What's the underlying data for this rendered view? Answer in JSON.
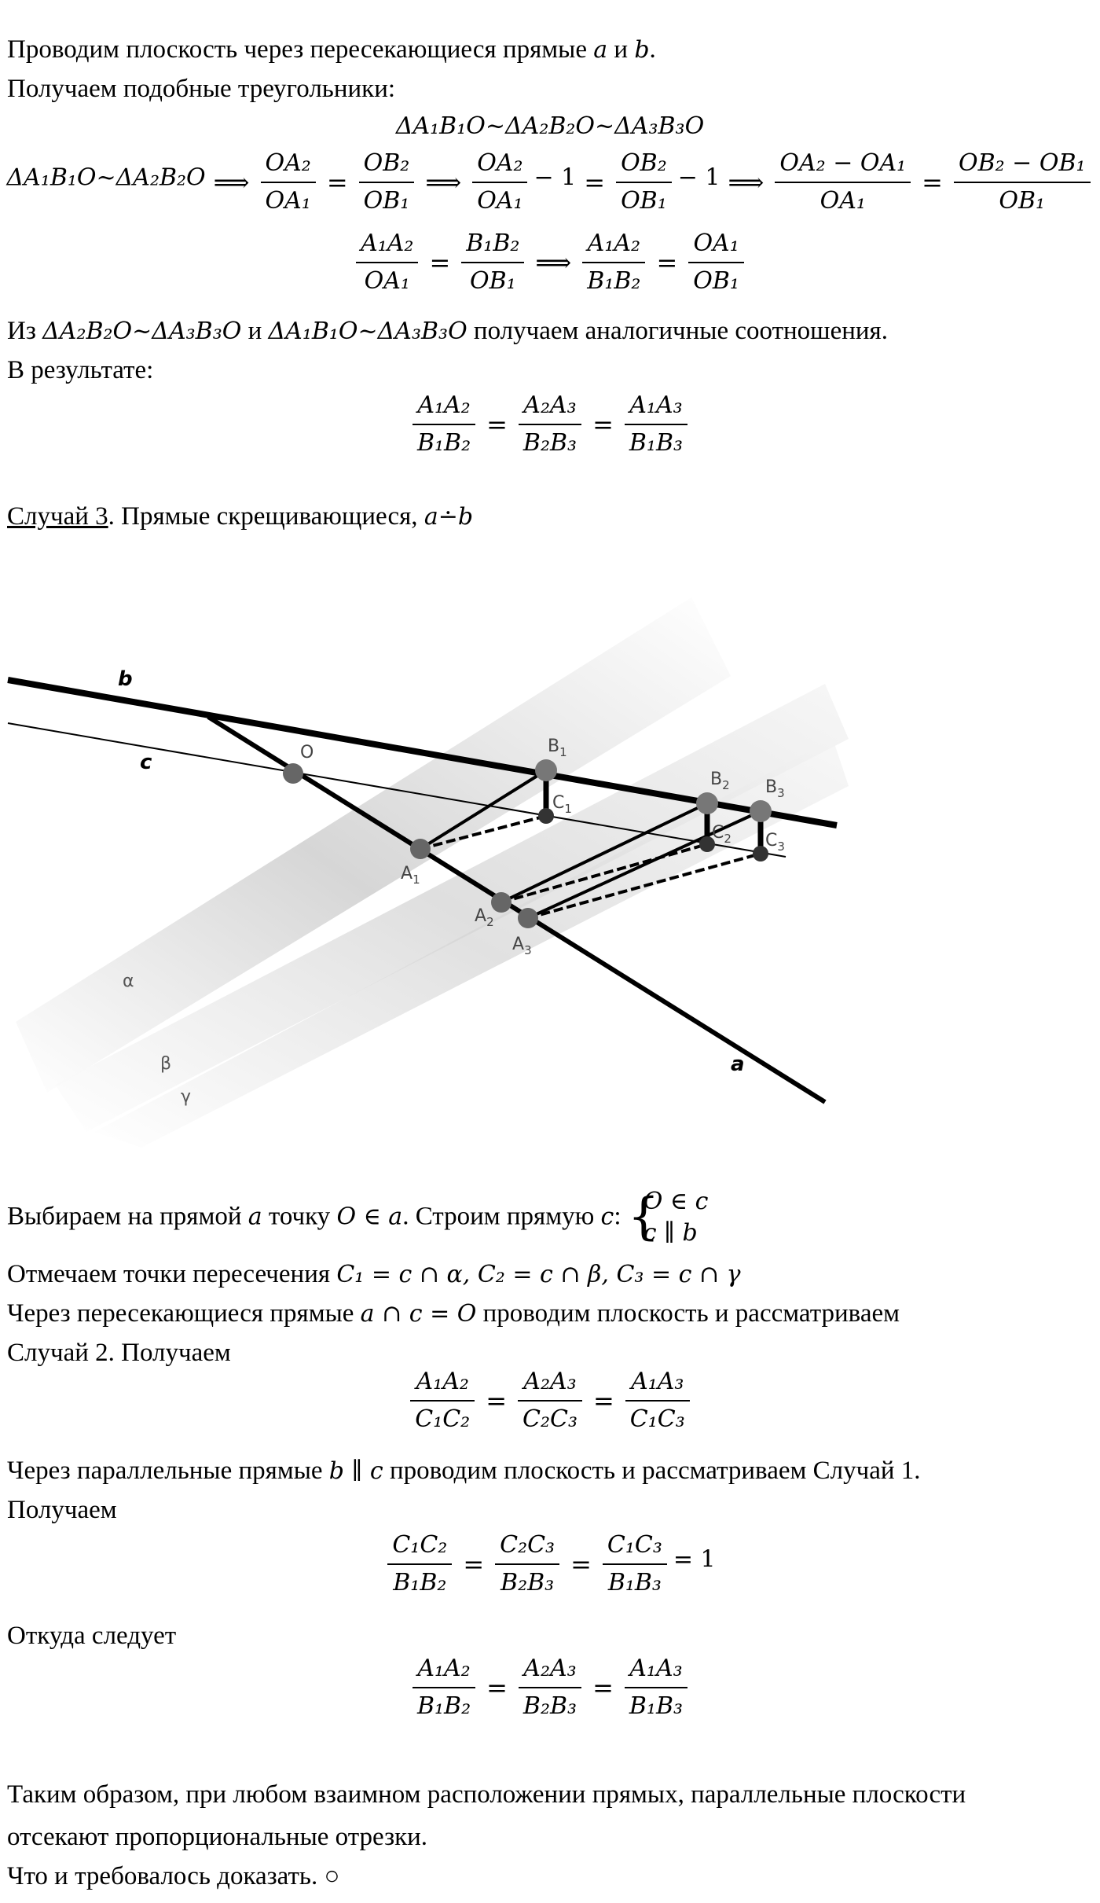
{
  "intro": {
    "line1_text": "Проводим плоскость через пересекающиеся прямые ",
    "line1_a": "a",
    "line1_and": " и ",
    "line1_b": "b",
    "line1_end": ".",
    "line2": "Получаем подобные треугольники:",
    "similarity_chain": "ΔA₁B₁O~ΔA₂B₂O~ΔA₃B₃O"
  },
  "derivation": {
    "premise": "ΔA₁B₁O~ΔA₂B₂O",
    "implies": "⟹",
    "f1_num": "OA₂",
    "f1_den": "OA₁",
    "eq": "=",
    "f2_num": "OB₂",
    "f2_den": "OB₁",
    "f3_num": "OA₂",
    "f3_den": "OA₁",
    "minus_one": "− 1",
    "f4_num": "OB₂",
    "f4_den": "OB₁",
    "f5_num": "OA₂ − OA₁",
    "f5_den": "OA₁",
    "f6_num": "OB₂ − OB₁",
    "f6_den": "OB₁",
    "g1_num": "A₁A₂",
    "g1_den": "OA₁",
    "g2_num": "B₁B₂",
    "g2_den": "OB₁",
    "g3_num": "A₁A₂",
    "g3_den": "B₁B₂",
    "g4_num": "OA₁",
    "g4_den": "OB₁"
  },
  "analog": {
    "prefix": "Из ",
    "sim1": "ΔA₂B₂O~ΔA₃B₃O",
    "and": " и ",
    "sim2": "ΔA₁B₁O~ΔA₃B₃O",
    "suffix": " получаем аналогичные соотношения."
  },
  "result1": {
    "label": "В результате:",
    "r1_num": "A₁A₂",
    "r1_den": "B₁B₂",
    "r2_num": "A₂A₃",
    "r2_den": "B₂B₃",
    "r3_num": "A₁A₃",
    "r3_den": "B₁B₃"
  },
  "case3": {
    "title": "Случай 3",
    "text": ". Прямые скрещивающиеся, ",
    "notation": "a∸b"
  },
  "figure": {
    "labels": {
      "b": "b",
      "c": "c",
      "a": "a",
      "O": "O",
      "A1": "A",
      "A1_sub": "1",
      "A2": "A",
      "A2_sub": "2",
      "A3": "A",
      "A3_sub": "3",
      "B1": "B",
      "B1_sub": "1",
      "B2": "B",
      "B2_sub": "2",
      "B3": "B",
      "B3_sub": "3",
      "C1": "C",
      "C1_sub": "1",
      "C2": "C",
      "C2_sub": "2",
      "C3": "C",
      "C3_sub": "3",
      "alpha": "α",
      "beta": "β",
      "gamma": "γ"
    },
    "colors": {
      "plane": "#d6d6d6",
      "line": "#000000",
      "point": "#555555"
    }
  },
  "construction": {
    "text1": "Выбираем на прямой ",
    "a": "a",
    "text2": " точку ",
    "O_in_a": "O ∈ a",
    "text3": ". Строим прямую ",
    "c": "c",
    "colon": ":",
    "sys1": "O ∈ c",
    "sys2": "c ∥ b",
    "marks_text": "Отмечаем точки пересечения ",
    "marks_math": "C₁ = c ∩ α, C₂ = c ∩ β, C₃ = c ∩ γ",
    "through_text1": "Через пересекающиеся прямые ",
    "through_math": "a ∩ c = O",
    "through_text2": " проводим плоскость и рассматриваем",
    "case2_line": "Случай 2. Получаем"
  },
  "result2": {
    "r1_num": "A₁A₂",
    "r1_den": "C₁C₂",
    "r2_num": "A₂A₃",
    "r2_den": "C₂C₃",
    "r3_num": "A₁A₃",
    "r3_den": "C₁C₃"
  },
  "parallel": {
    "text1": "Через параллельные прямые ",
    "math": "b ∥ c",
    "text2": " проводим плоскость и рассматриваем Случай 1.",
    "get": "Получаем"
  },
  "result3": {
    "r1_num": "C₁C₂",
    "r1_den": "B₁B₂",
    "r2_num": "C₂C₃",
    "r2_den": "B₂B₃",
    "r3_num": "C₁C₃",
    "r3_den": "B₁B₃",
    "one": "= 1"
  },
  "hence": {
    "label": "Откуда следует"
  },
  "result4": {
    "r1_num": "A₁A₂",
    "r1_den": "B₁B₂",
    "r2_num": "A₂A₃",
    "r2_den": "B₂B₃",
    "r3_num": "A₁A₃",
    "r3_den": "B₁B₃"
  },
  "conclusion": {
    "line1": "Таким образом, при любом взаимном расположении прямых, параллельные плоскости",
    "line2": "отсекают пропорциональные отрезки.",
    "qed": "Что и требовалось доказать.",
    "qed_mark": "○"
  }
}
